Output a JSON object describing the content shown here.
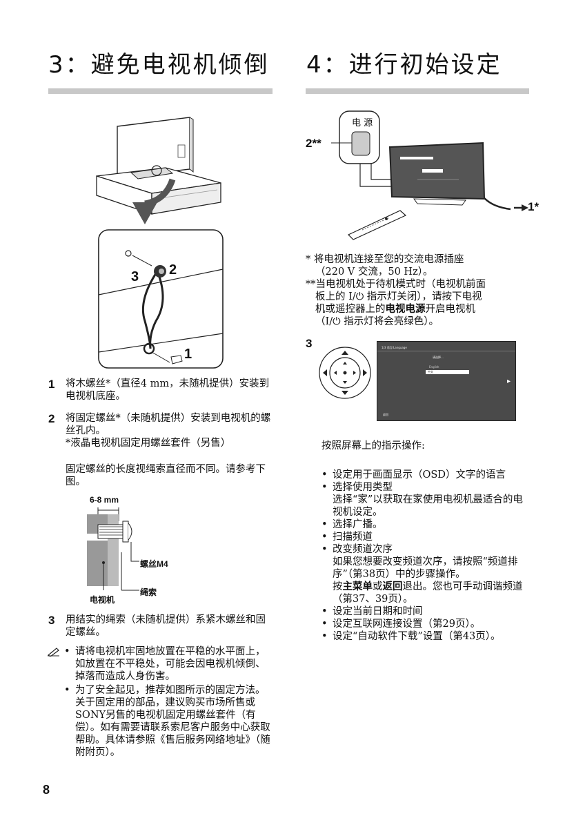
{
  "left": {
    "title": "3：避免电视机倾倒",
    "callouts": {
      "n1": "1",
      "n2": "2",
      "n3": "3"
    },
    "steps": [
      {
        "num": "1",
        "text": "将木螺丝*（直径4 mm，未随机提供）安装到电视机底座。"
      },
      {
        "num": "2",
        "text": "将固定螺丝*（未随机提供）安装到电视机的螺丝孔内。",
        "note": "*液晶电视机固定用螺丝套件（另售）",
        "extra": "固定螺丝的长度视绳索直径而不同。请参考下图。"
      },
      {
        "num": "3",
        "text": "用结实的绳索（未随机提供）系紧木螺丝和固定螺丝。"
      }
    ],
    "diagram": {
      "dim": "6-8 mm",
      "screw": "螺丝M4",
      "tv": "电视机",
      "rope": "绳索"
    },
    "notes": [
      "请将电视机牢固地放置在平稳的水平面上，如放置在不平稳处，可能会因电视机倾倒、掉落而造成人身伤害。",
      "为了安全起见，推荐如图所示的固定方法。关于固定用的部品，建议购买市场所售或SONY另售的电视机固定用螺丝套件（有偿）。如有需要请联系索尼客户服务中心获取帮助。具体请参照《售后服务网络地址》（随附附页）。"
    ]
  },
  "right": {
    "title": "4：进行初始设定",
    "power_label": "电 源",
    "callout2": "2**",
    "callout1": "1*",
    "footnote1_lines": [
      "* 将电视机连接至您的交流电源插座",
      "（220 V 交流，50 Hz）。"
    ],
    "footnote2_lines": [
      "**当电视机处于待机模式时（电视机前面",
      "板上的 I/⏻ 指示灯关闭），请按下电视",
      "机或遥控器上的"
    ],
    "footnote2_bold": "电视电源",
    "footnote2_tail": "开启电视机",
    "footnote2_last": "（I/⏻ 指示灯将会亮绿色）。",
    "step3_num": "3",
    "screen_title": "1/3 语言/Language",
    "screen_text": "请选择...",
    "screen_option": "English",
    "screen_selected": "中文",
    "screen_back": "返回",
    "instruction": "按照屏幕上的指示操作:",
    "bullets": [
      {
        "text": "设定用于画面显示（OSD）文字的语言"
      },
      {
        "text": "选择使用类型",
        "sub": "选择“家”以获取在家使用电视机最适合的电视机设定。"
      },
      {
        "text": "选择广播。"
      },
      {
        "text": "扫描频道"
      },
      {
        "text": "改变频道次序",
        "sub": "如果您想要改变频道次序，请按照“频道排序”（第38页）中的步骤操作。"
      },
      {
        "text": "设定当前日期和时间"
      },
      {
        "text": "设定互联网连接设置（第29页）。"
      },
      {
        "text": "设定“自动软件下载”设置（第43页）。"
      }
    ],
    "menu_line_pre": "按",
    "menu_bold1": "主菜单",
    "menu_or": "或",
    "menu_bold2": "返回",
    "menu_line_post": "退出。您也可手动调谐频道（第37、39页）。"
  },
  "page_number": "8"
}
